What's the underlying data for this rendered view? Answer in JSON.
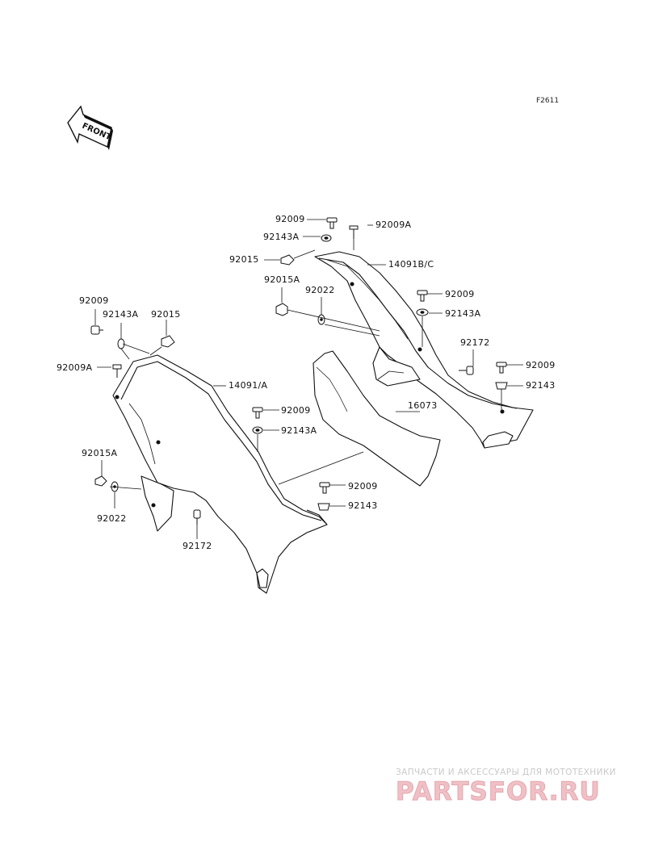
{
  "figure_code": "F2611",
  "front_label": "FRONT",
  "watermark": {
    "tagline": "ЗАПЧАСТИ И АКСЕССУАРЫ ДЛЯ МОТОТЕХНИКИ",
    "logo": "PARTSFOR.RU"
  },
  "callouts": {
    "r_92009_top": "92009",
    "r_92009A_top": "92009A",
    "r_92143A_top": "92143A",
    "r_92015": "92015",
    "r_14091BC": "14091B/C",
    "r_92015A": "92015A",
    "r_92022": "92022",
    "r_92009_mid": "92009",
    "r_92143A_mid": "92143A",
    "r_92172": "92172",
    "r_92009_low": "92009",
    "r_92143": "92143",
    "r_16073": "16073",
    "l_92009": "92009",
    "l_92143A": "92143A",
    "l_92015": "92015",
    "l_92009A": "92009A",
    "l_14091A": "14091/A",
    "l_92009_b": "92009",
    "l_92143A_b": "92143A",
    "l_92015A": "92015A",
    "l_92022": "92022",
    "l_92009_c": "92009",
    "l_92143": "92143",
    "l_92172": "92172"
  }
}
